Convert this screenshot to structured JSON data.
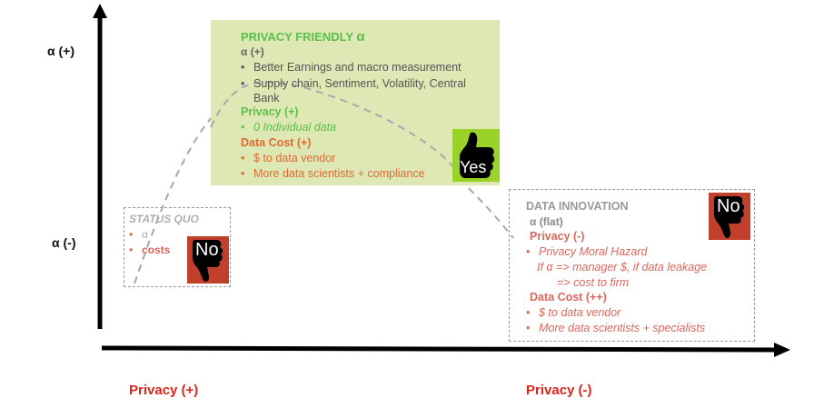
{
  "axes": {
    "y_top": "α (+)",
    "y_bottom": "α (-)",
    "x_left": "Privacy (+)",
    "x_right": "Privacy (-)"
  },
  "privacy_friendly": {
    "title": "PRIVACY FRIENDLY",
    "title_symbol": "α",
    "alpha_heading": "α (+)",
    "alpha_items": [
      "Better Earnings and macro measurement",
      "Supply chain, Sentiment, Volatility, Central",
      "Bank"
    ],
    "privacy_heading": "Privacy (+)",
    "privacy_items": [
      "0 Individual data"
    ],
    "cost_heading": "Data Cost (+)",
    "cost_items": [
      "$ to data vendor",
      "More data scientists + compliance"
    ],
    "badge": "Yes"
  },
  "status_quo": {
    "title": "STATUS QUO",
    "items": [
      "α",
      "costs"
    ],
    "badge": "No"
  },
  "data_innovation": {
    "title": "DATA INNOVATION",
    "alpha_heading": "α (flat)",
    "privacy_heading": "Privacy (-)",
    "privacy_items": [
      "Privacy Moral Hazard",
      "If α => manager $, if data leakage",
      "=> cost to firm"
    ],
    "cost_heading": "Data Cost (++)",
    "cost_items": [
      "$ to data vendor",
      "More data scientists + specialists"
    ],
    "badge": "No"
  },
  "colors": {
    "green_box": "#dde8b4",
    "green_text": "#5cbf4a",
    "orange_text": "#e06a33",
    "red_label": "#d9261c",
    "badge_yes": "#9bd22a",
    "badge_no": "#c0402c"
  }
}
